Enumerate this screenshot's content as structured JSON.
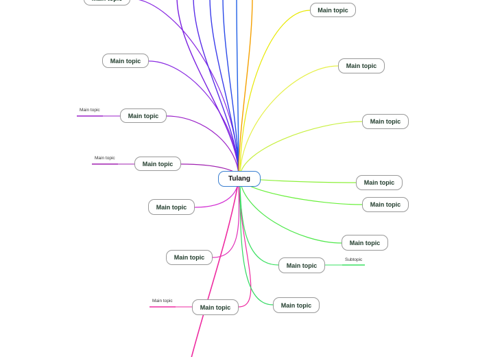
{
  "root": {
    "label": "Tulang",
    "color": "#3a7fd0"
  },
  "topics": [
    {
      "label": "Main topic",
      "color": "#8a2be2"
    },
    {
      "label": "Main topic",
      "color": "#8a2be2"
    },
    {
      "label": "Main topic",
      "color": "#9b22c8"
    },
    {
      "label": "Main topic",
      "color": "#a020b0"
    },
    {
      "label": "Main topic",
      "color": "#d22ed2"
    },
    {
      "label": "Main topic",
      "color": "#e030b8"
    },
    {
      "label": "Main topic",
      "color": "#ee2aa0"
    },
    {
      "label": "Main topic",
      "color": "#e8e800"
    },
    {
      "label": "Main topic",
      "color": "#e6f04a"
    },
    {
      "label": "Main topic",
      "color": "#c8f040"
    },
    {
      "label": "Main topic",
      "color": "#8cf03a"
    },
    {
      "label": "Main topic",
      "color": "#6af03c"
    },
    {
      "label": "Main topic",
      "color": "#4ee84a"
    },
    {
      "label": "Main topic",
      "color": "#3ae060"
    },
    {
      "label": "Main topic",
      "color": "#30d860"
    }
  ],
  "subtopics": [
    {
      "label": "Main topic",
      "color": "#9b22c8"
    },
    {
      "label": "Main topic",
      "color": "#a020b0"
    },
    {
      "label": "Main topic",
      "color": "#ee2aa0"
    },
    {
      "label": "Subtopic",
      "color": "#3ae060"
    }
  ],
  "offscreen_branch_colors": [
    "#7a1fe0",
    "#5a2ee8",
    "#3a3cea",
    "#2a4ae8",
    "#2060e6",
    "#f5a000"
  ]
}
